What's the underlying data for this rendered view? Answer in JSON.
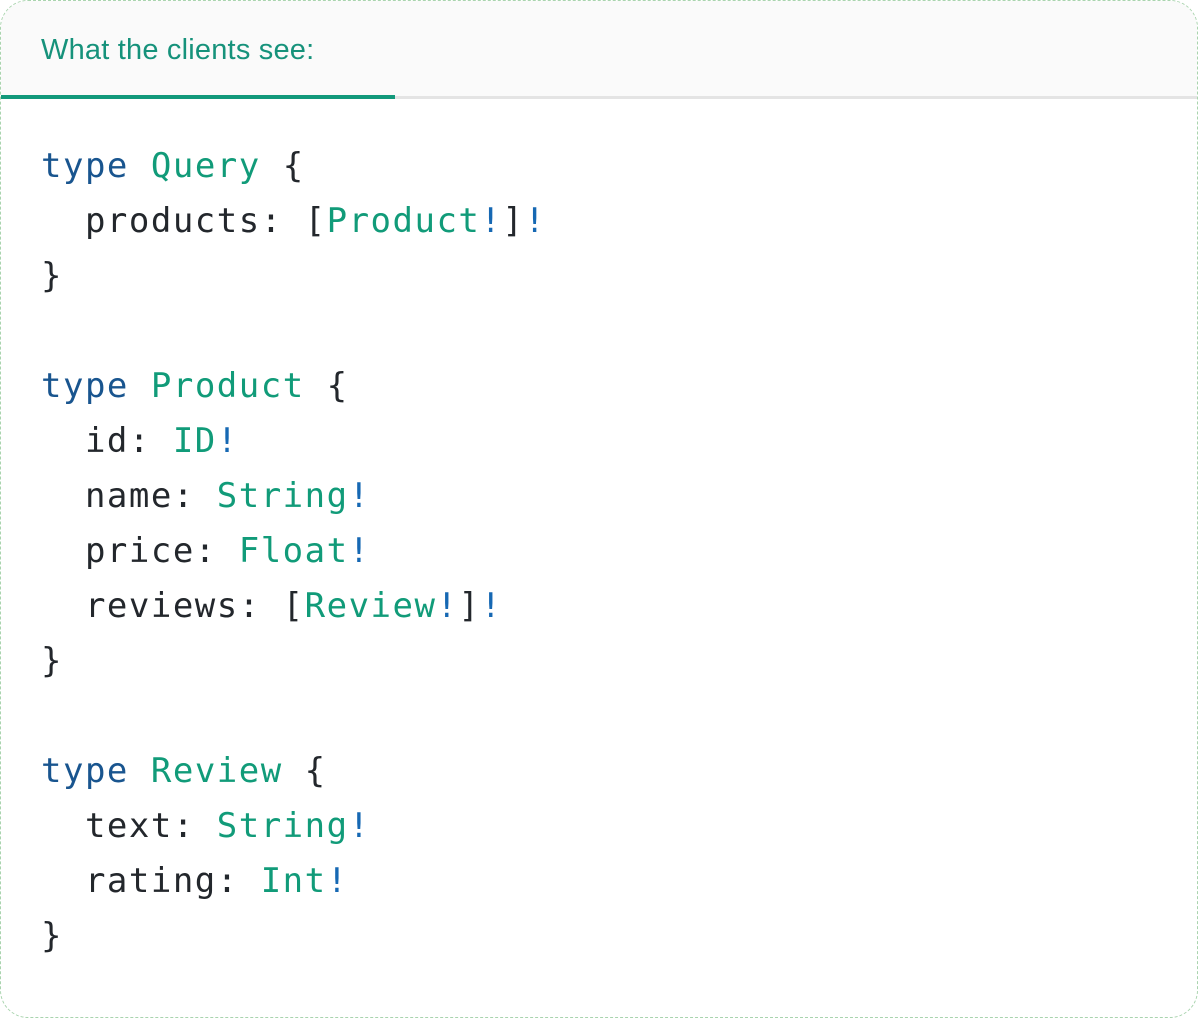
{
  "tabbar": {
    "tab_label": "What the clients see:"
  },
  "colors": {
    "accent_teal": "#12997b",
    "tab_label_teal": "#16927b",
    "keyword_blue": "#19558f",
    "type_name_teal": "#119b79",
    "non_null_bang_blue": "#1668b3",
    "code_text_dark": "#23272c",
    "divider_gray": "#e4e4e4",
    "header_background": "#fafafa",
    "card_border_green": "#a9d4ae"
  },
  "code": {
    "language": "graphql",
    "lines": [
      [
        {
          "t": "type",
          "c": "kw"
        },
        {
          "t": " ",
          "c": "pl"
        },
        {
          "t": "Query",
          "c": "ty"
        },
        {
          "t": " {",
          "c": "pl"
        }
      ],
      [
        {
          "t": "  products: [",
          "c": "pl"
        },
        {
          "t": "Product",
          "c": "ty"
        },
        {
          "t": "!",
          "c": "bg"
        },
        {
          "t": "]",
          "c": "pl"
        },
        {
          "t": "!",
          "c": "bg"
        }
      ],
      [
        {
          "t": "}",
          "c": "pl"
        }
      ],
      [],
      [
        {
          "t": "type",
          "c": "kw"
        },
        {
          "t": " ",
          "c": "pl"
        },
        {
          "t": "Product",
          "c": "ty"
        },
        {
          "t": " {",
          "c": "pl"
        }
      ],
      [
        {
          "t": "  id: ",
          "c": "pl"
        },
        {
          "t": "ID",
          "c": "ty"
        },
        {
          "t": "!",
          "c": "bg"
        }
      ],
      [
        {
          "t": "  name: ",
          "c": "pl"
        },
        {
          "t": "String",
          "c": "ty"
        },
        {
          "t": "!",
          "c": "bg"
        }
      ],
      [
        {
          "t": "  price: ",
          "c": "pl"
        },
        {
          "t": "Float",
          "c": "ty"
        },
        {
          "t": "!",
          "c": "bg"
        }
      ],
      [
        {
          "t": "  reviews: [",
          "c": "pl"
        },
        {
          "t": "Review",
          "c": "ty"
        },
        {
          "t": "!",
          "c": "bg"
        },
        {
          "t": "]",
          "c": "pl"
        },
        {
          "t": "!",
          "c": "bg"
        }
      ],
      [
        {
          "t": "}",
          "c": "pl"
        }
      ],
      [],
      [
        {
          "t": "type",
          "c": "kw"
        },
        {
          "t": " ",
          "c": "pl"
        },
        {
          "t": "Review",
          "c": "ty"
        },
        {
          "t": " {",
          "c": "pl"
        }
      ],
      [
        {
          "t": "  text: ",
          "c": "pl"
        },
        {
          "t": "String",
          "c": "ty"
        },
        {
          "t": "!",
          "c": "bg"
        }
      ],
      [
        {
          "t": "  rating: ",
          "c": "pl"
        },
        {
          "t": "Int",
          "c": "ty"
        },
        {
          "t": "!",
          "c": "bg"
        }
      ],
      [
        {
          "t": "}",
          "c": "pl"
        }
      ]
    ]
  }
}
